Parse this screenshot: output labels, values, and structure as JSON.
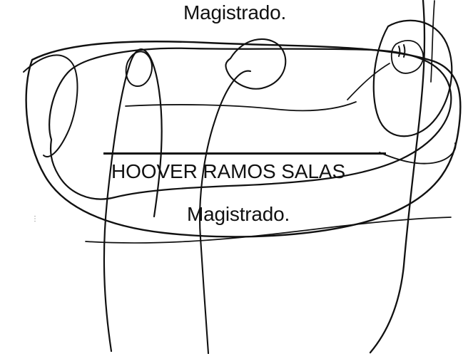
{
  "document": {
    "top_title": "Magistrado.",
    "signature_name": "HOOVER RAMOS SALAS",
    "bottom_title": "Magistrado."
  }
}
